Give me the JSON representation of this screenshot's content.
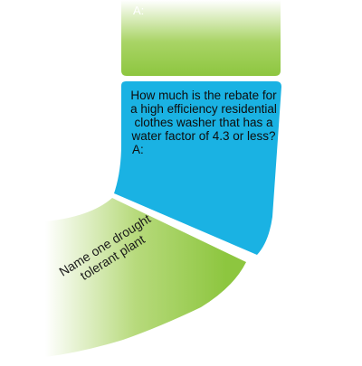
{
  "colors": {
    "green": "#8dc63f",
    "blue": "#1ab2e3",
    "background": "#ffffff"
  },
  "top_segment": {
    "answer_label": "A:"
  },
  "middle_segment": {
    "question": "How much is the rebate for a high efficiency residential clothes washer that has a water factor of 4.3 or less?",
    "answer_label": "A:"
  },
  "bottom_segment": {
    "prompt": "Name one drought tolerant plant"
  }
}
